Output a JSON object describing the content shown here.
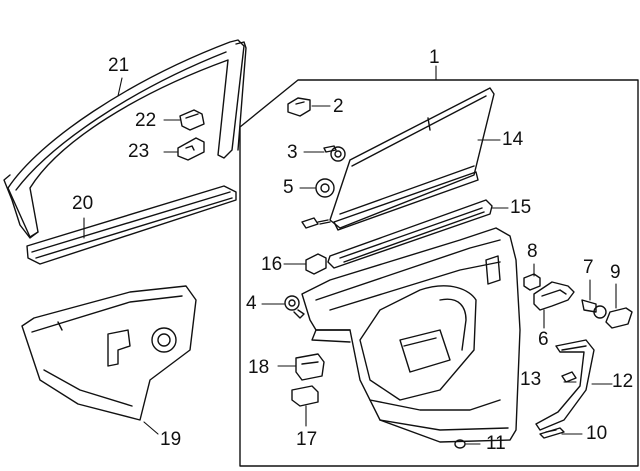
{
  "diagram": {
    "callouts": [
      "1",
      "2",
      "3",
      "4",
      "5",
      "6",
      "7",
      "8",
      "9",
      "10",
      "11",
      "12",
      "13",
      "14",
      "15",
      "16",
      "17",
      "18",
      "19",
      "20",
      "21",
      "22",
      "23"
    ]
  },
  "colors": {
    "line": "#111111",
    "background": "#ffffff"
  }
}
